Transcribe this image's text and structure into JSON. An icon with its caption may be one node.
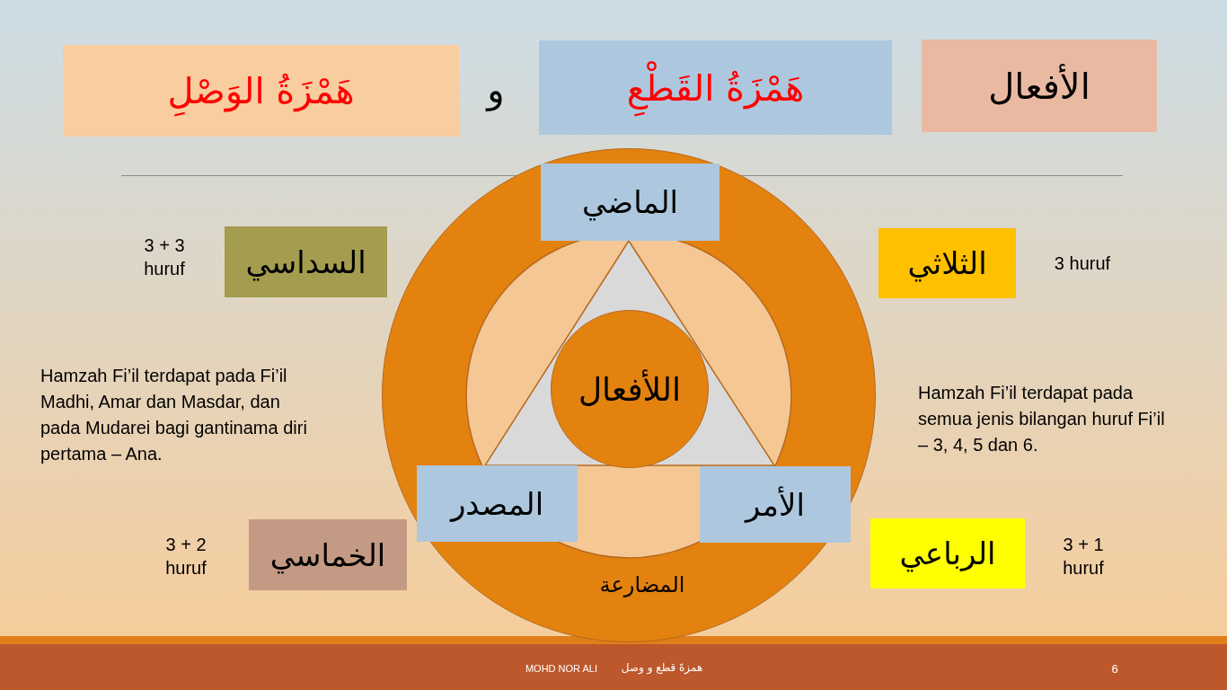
{
  "diagram": {
    "nodes": [
      {
        "text": [
          "هَمْزَةُ الوَصْلِ"
        ]
      },
      {
        "text": [
          "هَمْزَةُ القَطْعِ"
        ]
      },
      {
        "text": [
          "الأفعال"
        ]
      },
      {
        "text": [
          "المضارعة"
        ]
      },
      {
        "text": [
          "الماضي"
        ],
        "in": 3
      },
      {
        "text": [
          "السداسي"
        ],
        "beside": [
          "3 + 3 huruf"
        ]
      },
      {
        "text": [
          "الثلاثي"
        ],
        "beside": [
          "3 huruf"
        ]
      },
      {
        "text": [
          "اللأفعال"
        ],
        "in": 3
      },
      {
        "text": [
          "المصدر"
        ],
        "in": 3
      },
      {
        "text": [
          "الأمر"
        ],
        "in": 3
      },
      {
        "text": [
          "الخماسي"
        ],
        "beside": [
          "3 + 2 huruf"
        ]
      },
      {
        "text": [
          "الرباعي"
        ],
        "beside": [
          "3 + 1 huruf"
        ]
      }
    ],
    "labels": [
      "و",
      "Hamzah Fi’il terdapat pada Fi’il Madhi, Amar dan Masdar, dan pada Mudarei bagi gantinama diri pertama – Ana.",
      "Hamzah Fi’il terdapat pada semua jenis bilangan huruf Fi’il – 3, 4, 5 dan 6.",
      "MOHD NOR ALI",
      "همزةَ قطع و وصل",
      "6"
    ]
  }
}
